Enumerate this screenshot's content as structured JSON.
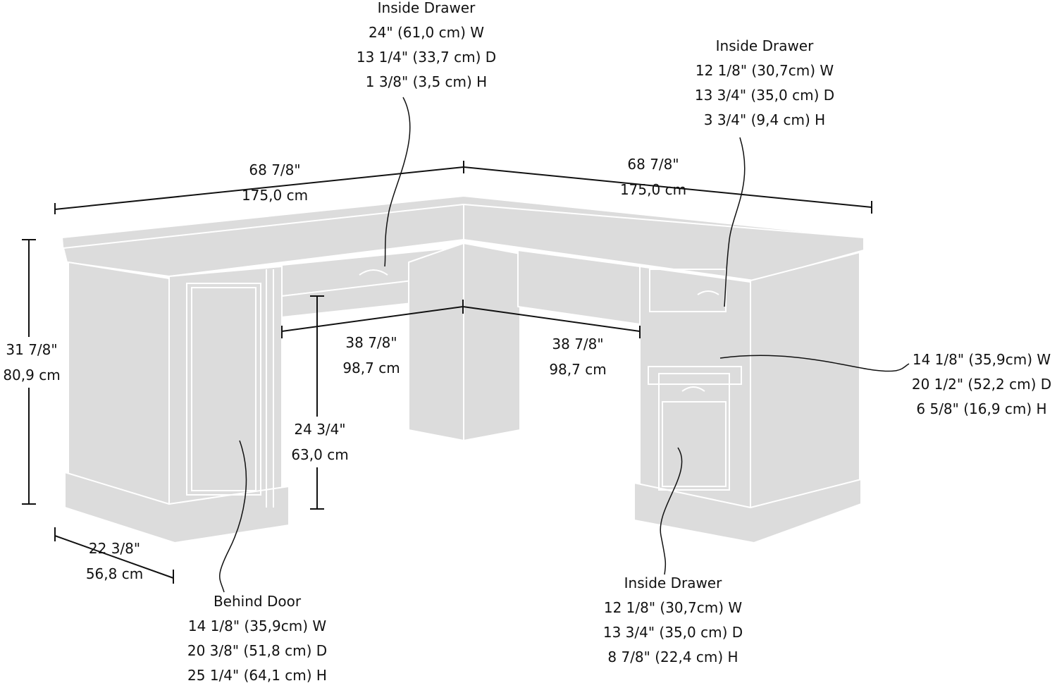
{
  "inside_drawer_top": {
    "title": "Inside Drawer",
    "width": "24\" (61,0 cm) W",
    "depth": "13 1/4\" (33,7 cm) D",
    "height": "1 3/8\" (3,5 cm) H"
  },
  "inside_drawer_right": {
    "title": "Inside Drawer",
    "width": "12 1/8\" (30,7cm) W",
    "depth": "13 3/4\" (35,0 cm) D",
    "height": "3 3/4\" (9,4 cm) H"
  },
  "shelf_right": {
    "width": "14 1/8\" (35,9cm) W",
    "depth": "20 1/2\" (52,2 cm) D",
    "height": "6 5/8\" (16,9 cm) H"
  },
  "inside_drawer_bottom": {
    "title": "Inside Drawer",
    "width": "12 1/8\" (30,7cm) W",
    "depth": "13 3/4\" (35,0 cm) D",
    "height": "8 7/8\" (22,4 cm) H"
  },
  "behind_door": {
    "title": "Behind Door",
    "width": "14 1/8\" (35,9cm) W",
    "depth": "20 3/8\" (51,8 cm) D",
    "height": "25 1/4\" (64,1 cm) H"
  },
  "overall": {
    "left_width_in": "68 7/8\"",
    "left_width_cm": "175,0 cm",
    "right_width_in": "68 7/8\"",
    "right_width_cm": "175,0 cm",
    "height_in": "31 7/8\"",
    "height_cm": "80,9 cm",
    "depth_in": "22 3/8\"",
    "depth_cm": "56,8 cm",
    "knee_left_in": "38 7/8\"",
    "knee_left_cm": "98,7 cm",
    "knee_right_in": "38 7/8\"",
    "knee_right_cm": "98,7 cm",
    "knee_height_in": "24 3/4\"",
    "knee_height_cm": "63,0 cm"
  }
}
